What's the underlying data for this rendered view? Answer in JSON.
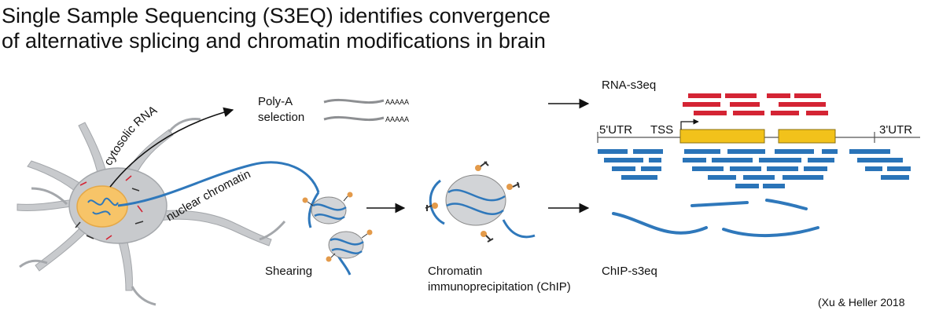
{
  "title": {
    "line1": "Single Sample Sequencing (S3EQ) identifies convergence",
    "line2": "of alternative splicing and chromatin modifications in brain"
  },
  "labels": {
    "cytosolic": "cytosolic RNA",
    "nuclear": "nuclear chromatin",
    "polya_1": "Poly-A",
    "polya_2": "selection",
    "polya_tail": "AAAAA",
    "shearing": "Shearing",
    "chip_1": "Chromatin",
    "chip_2": "immunoprecipitation (ChIP)",
    "rna_s3eq": "RNA-s3eq",
    "chip_s3eq": "ChIP-s3eq",
    "utr5": "5'UTR",
    "tss": "TSS",
    "utr3": "3'UTR",
    "citation": "(Xu & Heller 2018"
  },
  "colors": {
    "rna_reads": "#d42434",
    "chip_reads": "#2a74b8",
    "exon": "#f2c21b",
    "nucleosome": "#d2d4d7",
    "strand": "#2f78bb",
    "neuron": "#c8cacd",
    "nucleus": "#f7c468"
  }
}
